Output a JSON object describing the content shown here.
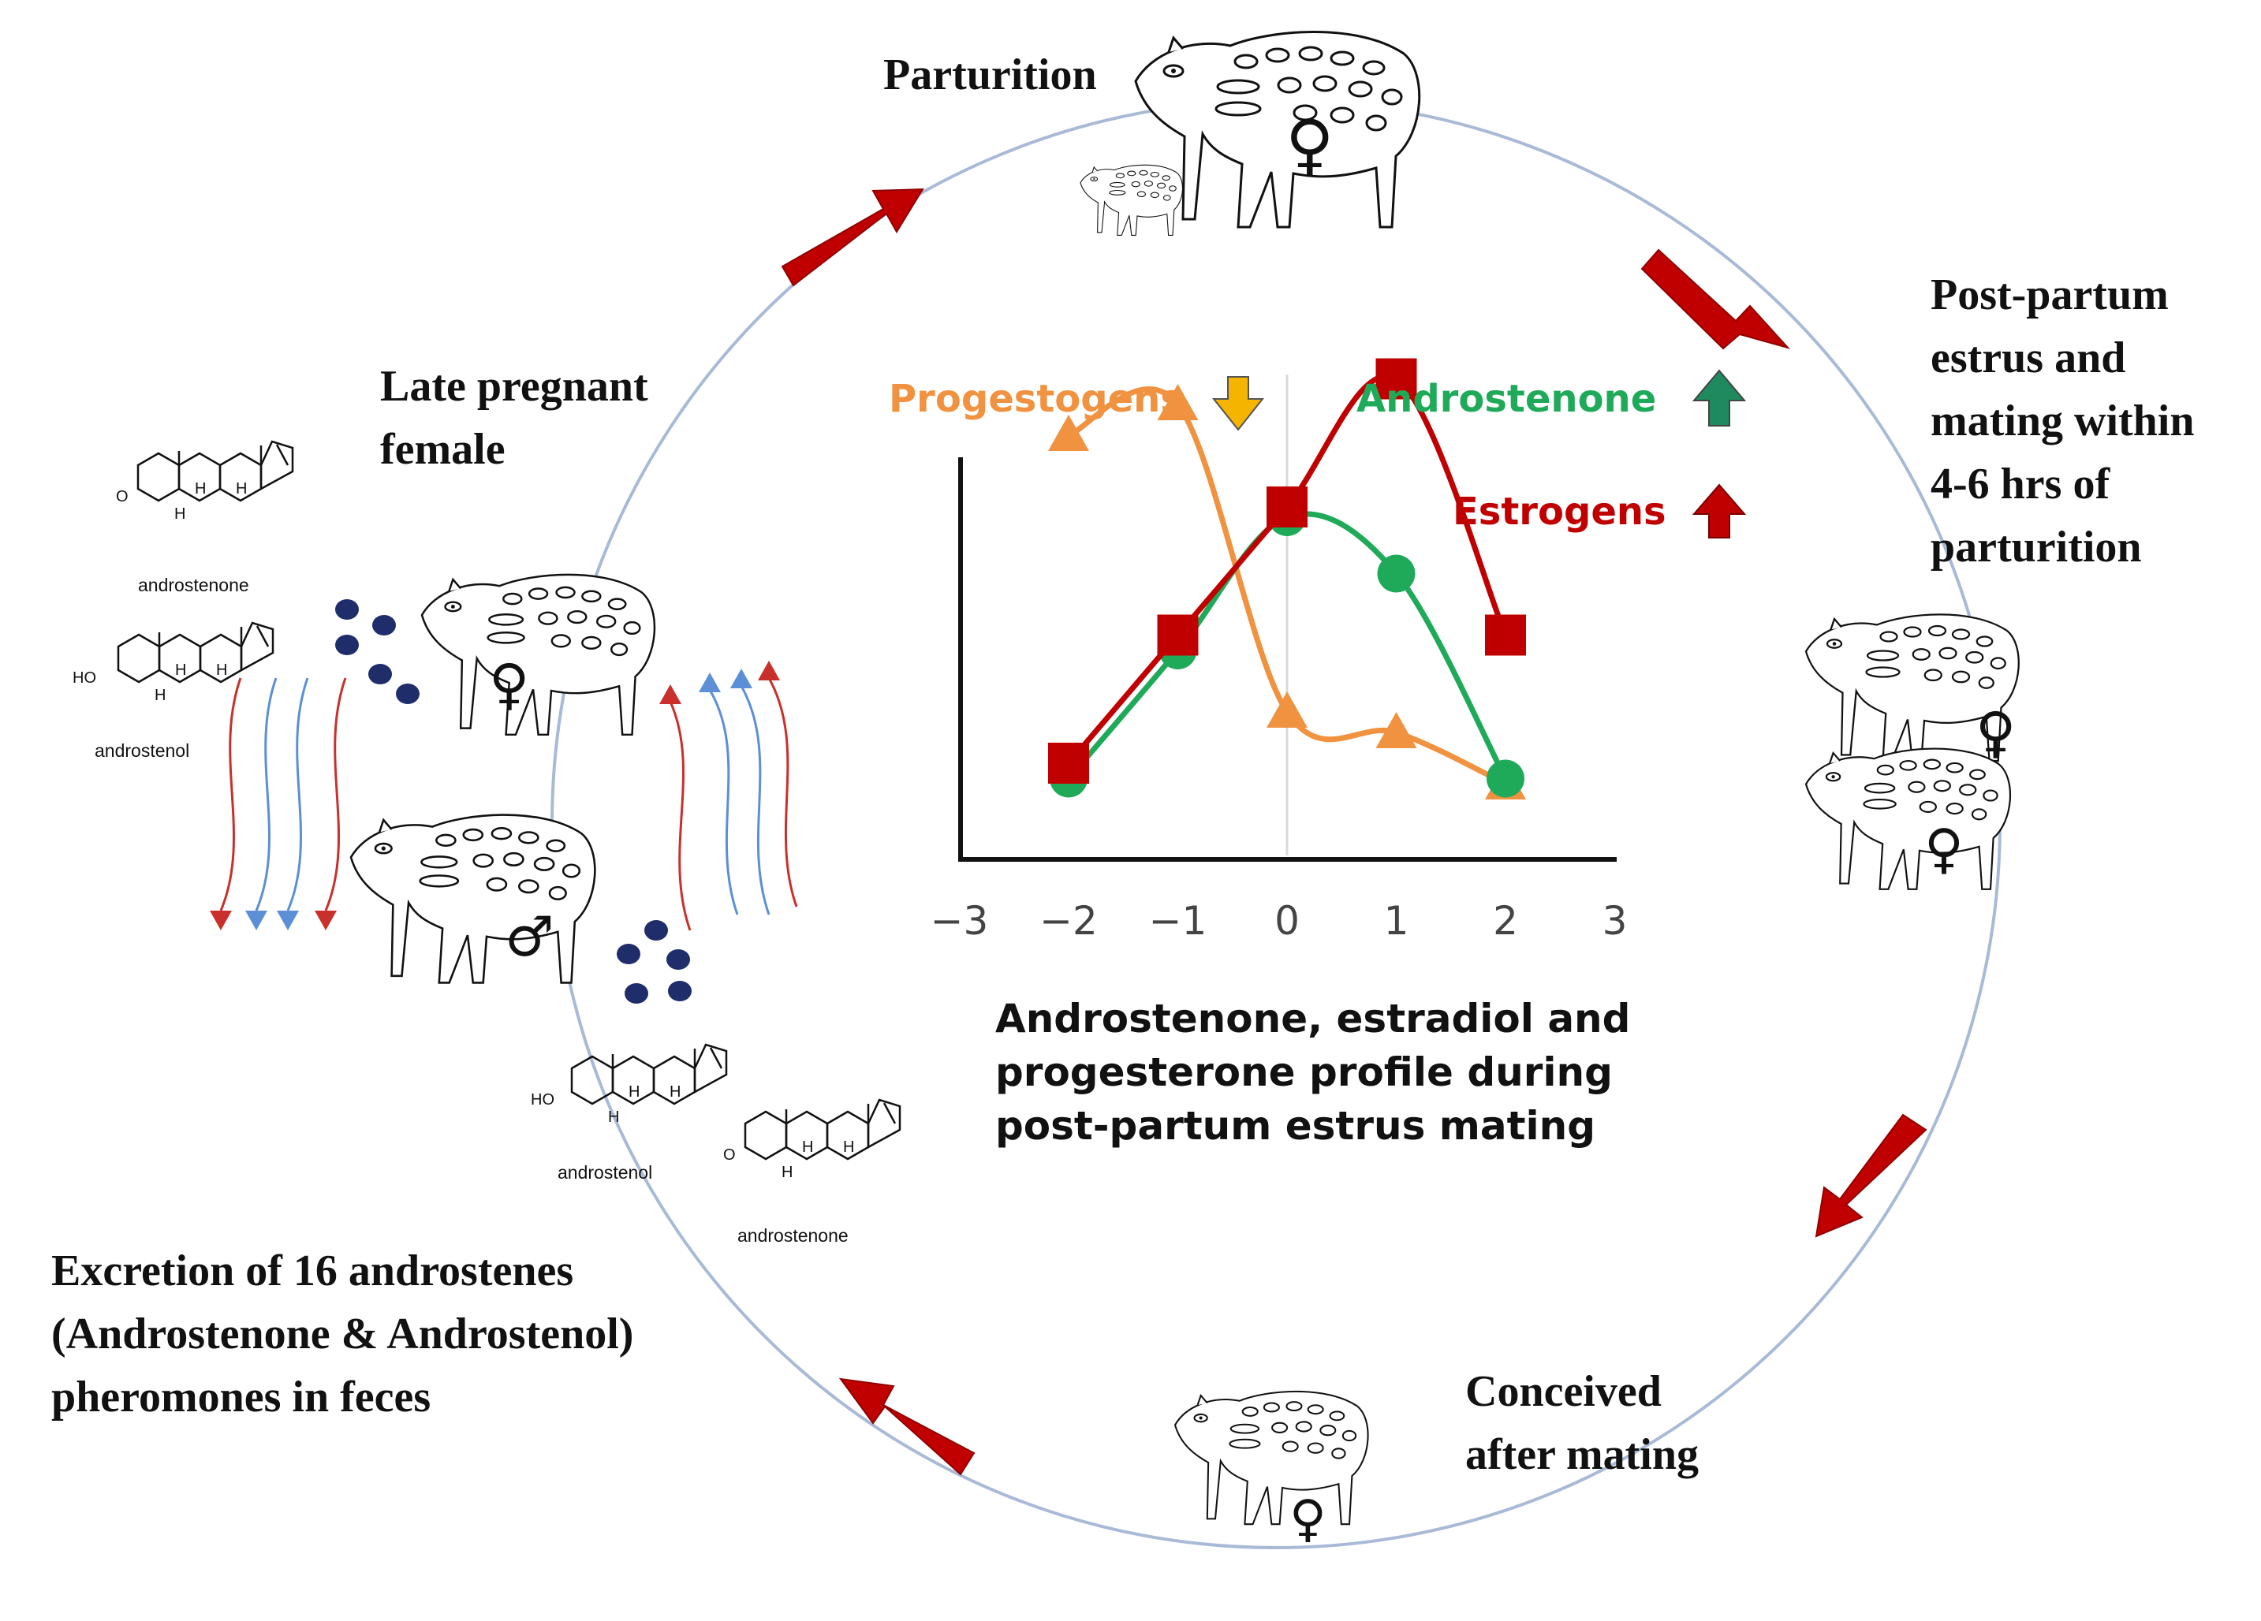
{
  "labels": {
    "parturition": "Parturition",
    "late_pregnant": [
      "Late pregnant",
      "female"
    ],
    "post_partum": [
      "Post-partum",
      "estrus and",
      "mating within",
      "4-6 hrs of",
      "parturition"
    ],
    "conceived": [
      "Conceived",
      "after mating"
    ],
    "excretion": [
      "Excretion of 16 androstenes",
      "(Androstenone & Androstenol)",
      "pheromones in feces"
    ]
  },
  "chemicals": {
    "androstenone": "androstenone",
    "androstenol": "androstenol",
    "h": "H",
    "o": "O",
    "ho": "HO"
  },
  "symbols": {
    "female": "♀",
    "male": "♂"
  },
  "chart_caption": [
    "Androstenone, estradiol and",
    "progesterone profile during",
    "post-partum estrus mating"
  ],
  "chart_data": {
    "type": "line",
    "x_ticks": [
      "−3",
      "−2",
      "−1",
      "0",
      "1",
      "2",
      "3"
    ],
    "xlim": [
      -3,
      3
    ],
    "series": [
      {
        "name": "Progestogens",
        "trend": "down",
        "color": "#f0923f",
        "marker": "triangle",
        "x": [
          -2,
          -1,
          0,
          1,
          2
        ],
        "y": [
          0.82,
          0.88,
          0.28,
          0.24,
          0.14
        ]
      },
      {
        "name": "Androstenone",
        "trend": "up",
        "color": "#1faa59",
        "marker": "circle",
        "x": [
          -2,
          -1,
          0,
          1,
          2
        ],
        "y": [
          0.15,
          0.4,
          0.66,
          0.55,
          0.15
        ]
      },
      {
        "name": "Estrogens",
        "trend": "up",
        "color": "#c00000",
        "marker": "square",
        "x": [
          -2,
          -1,
          0,
          1,
          2
        ],
        "y": [
          0.18,
          0.43,
          0.68,
          0.93,
          0.43
        ]
      }
    ]
  },
  "colors": {
    "cycle_ring": "#a9bad6",
    "cycle_arrow": "#c00000",
    "pellet": "#1f2d6b",
    "red_stream": "#c9302c",
    "blue_stream": "#5b8fd6"
  }
}
